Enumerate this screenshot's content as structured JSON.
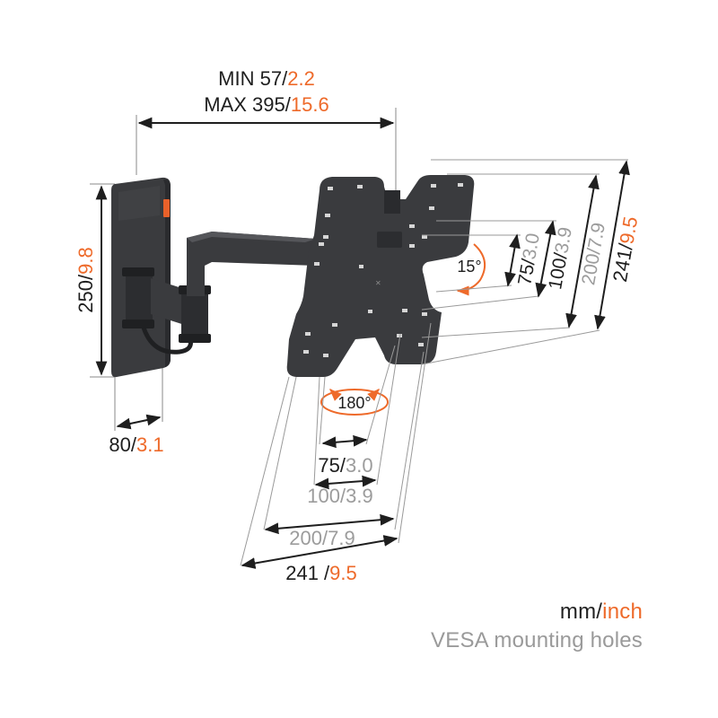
{
  "colors": {
    "mm_text": "#1e1e1e",
    "inch_text": "#ee6a2a",
    "gray_text": "#9c9c9c",
    "metal": "#3a3b3e",
    "accent_tab": "#e9612a"
  },
  "top_dim": {
    "min_mm": "MIN 57",
    "min_sep": "/",
    "min_inch": "2.2",
    "max_mm": "MAX 395",
    "max_sep": "/",
    "max_inch": "15.6"
  },
  "left_dim": {
    "mm": "250",
    "sep": "/",
    "inch": "9.8"
  },
  "depth_dim": {
    "mm": "80",
    "sep": "/",
    "inch": "3.1"
  },
  "tilt_label": "15°",
  "swivel_label": "180°",
  "vesa_horizontal": [
    {
      "mm": "75",
      "sep": "/",
      "inch": "3.0",
      "tone": "dark"
    },
    {
      "mm": "100",
      "sep": "/",
      "inch": "3.9",
      "tone": "gray"
    },
    {
      "mm": "200",
      "sep": "/",
      "inch": "7.9",
      "tone": "gray"
    },
    {
      "mm": "241",
      "sep": " /",
      "inch": "9.5",
      "tone": "dark"
    }
  ],
  "vesa_vertical": [
    {
      "mm": "75",
      "sep": "/",
      "inch": "3.0",
      "tone": "dark"
    },
    {
      "mm": "100",
      "sep": "/",
      "inch": "3.9",
      "tone": "dark"
    },
    {
      "mm": "200",
      "sep": "/",
      "inch": "7.9",
      "tone": "gray"
    },
    {
      "mm": "241",
      "sep": "/",
      "inch": "9.5",
      "tone": "dark"
    }
  ],
  "legend": {
    "mm": "mm",
    "sep": "/",
    "inch": "inch",
    "caption": "VESA mounting holes"
  }
}
